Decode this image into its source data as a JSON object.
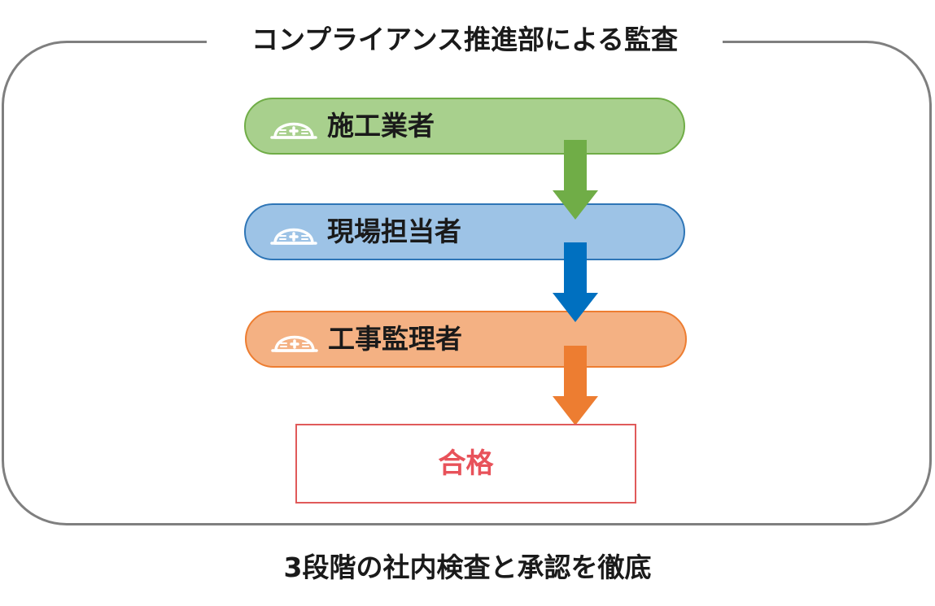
{
  "title": "コンプライアンス推進部による監査",
  "steps": [
    {
      "label": "施工業者",
      "icon": "helmet-icon",
      "fill": "#a8d08d",
      "border": "#70ad47",
      "arrow_color": "#70ad47"
    },
    {
      "label": "現場担当者",
      "icon": "helmet-icon",
      "fill": "#9dc3e6",
      "border": "#2e75b6",
      "arrow_color": "#0070c0"
    },
    {
      "label": "工事監理者",
      "icon": "helmet-icon",
      "fill": "#f4b183",
      "border": "#ed7d31",
      "arrow_color": "#ed7d31"
    }
  ],
  "result": {
    "label": "合格",
    "color": "#e8525a"
  },
  "caption": "3段階の社内検査と承認を徹底",
  "colors": {
    "frame": "#7f7f7f",
    "text": "#1a1a1a"
  }
}
